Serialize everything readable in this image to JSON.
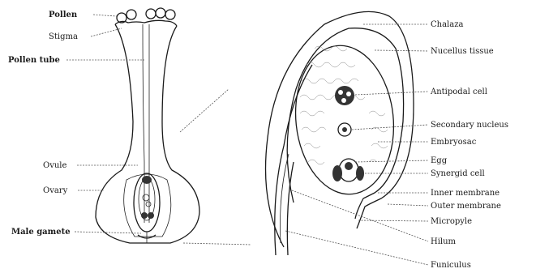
{
  "left_labels": {
    "pollen": "Pollen",
    "stigma": "Stigma",
    "pollen_tube": "Pollen tube",
    "ovule": "Ovule",
    "ovary": "Ovary",
    "male_gamete": "Male gamete"
  },
  "right_labels": {
    "chalaza": "Chalaza",
    "nucellus_tissue": "Nucellus tissue",
    "antipodal_cell": "Antipodal cell",
    "secondary_nucleus": "Secondary nucleus",
    "embryosac": "Embryosac",
    "egg": "Egg",
    "synergid_cell": "Synergid cell",
    "inner_membrane": "Inner membrane",
    "outer_membrane": "Outer membrane",
    "micropyle": "Micropyle",
    "hilum": "Hilum",
    "funiculus": "Funiculus"
  }
}
